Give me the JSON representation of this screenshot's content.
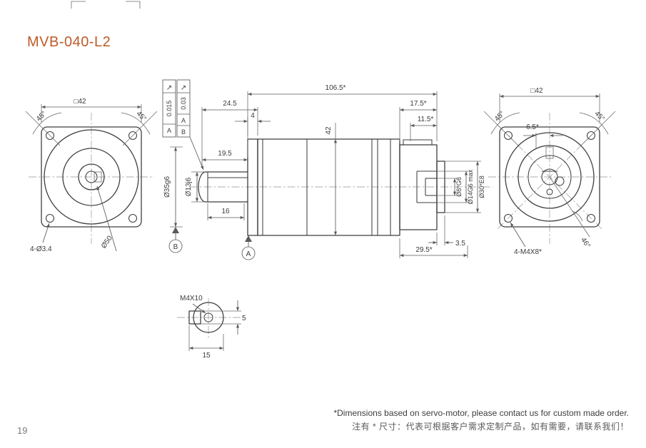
{
  "page": {
    "title": "MVB-040-L2",
    "page_number": "19",
    "footnote_en": "*Dimensions based on servo-motor, please contact us for custom made order.",
    "footnote_zh": "注有 * 尺寸：代表可根据客户需求定制产品，如有需要，请联系我们！"
  },
  "colors": {
    "accent": "#bf5a28",
    "line": "#3f3f3f",
    "dim": "#5a5a5a",
    "muted": "#6f6f6f"
  },
  "front_view": {
    "square": "□42",
    "angle_left": "45°",
    "angle_right": "45°",
    "holes": "4-Ø3.4",
    "bolt_circle": "Ø50"
  },
  "side_view": {
    "total_length": "106.5*",
    "front_length": "24.5",
    "flange_thickness": "4",
    "body_height": "42",
    "rear_length": "17.5*",
    "rear_step": "11.5*",
    "shaft_length": "19.5",
    "key_length": "16",
    "pilot_dia": "Ø35g6",
    "shaft_dia": "Ø13j6",
    "bore_small": "Ø8*G6",
    "bore_mid": "Ø14G6 max",
    "bore_large": "Ø30*E8",
    "pilot_depth": "3.5",
    "rear_total": "29.5*",
    "datum_a": "A",
    "datum_b": "B",
    "tol1": {
      "symbol": "↗",
      "value": "0.015",
      "datum": "A"
    },
    "tol2": {
      "symbol": "↗",
      "value": "0.03",
      "datum1": "A",
      "datum2": "B"
    }
  },
  "rear_view": {
    "square": "□42",
    "angle_left": "45°",
    "angle_right": "45°",
    "key_offset": "6.5*",
    "holes": "4-M4X8*",
    "hole_angle": "46°"
  },
  "detail_view": {
    "thread": "M4X10",
    "key_width": "5",
    "length": "15"
  }
}
